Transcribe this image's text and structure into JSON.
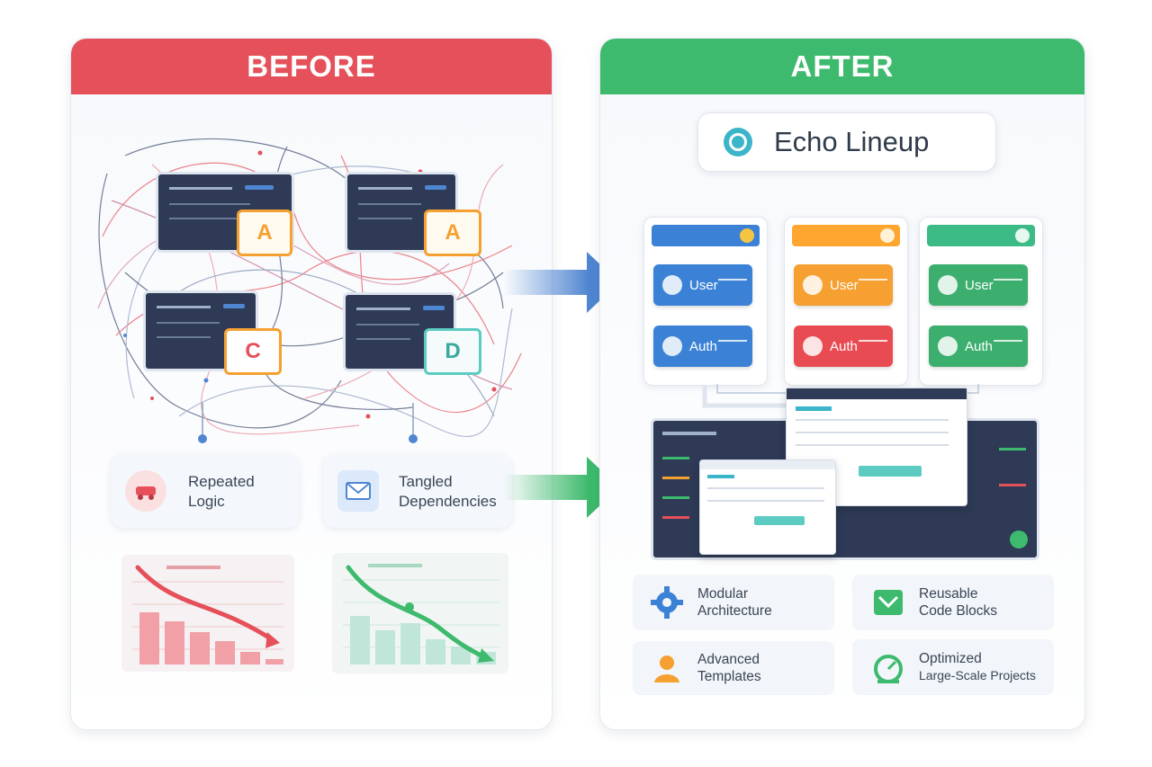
{
  "before": {
    "title": "BEFORE",
    "header_color": "#e5505a",
    "module_letters": [
      "A",
      "A",
      "C",
      "D"
    ],
    "issues": [
      {
        "label_line1": "Repeated",
        "label_line2": "Logic",
        "icon": "broken-car-icon"
      },
      {
        "label_line1": "Tangled",
        "label_line2": "Dependencies",
        "icon": "envelope-icon"
      }
    ]
  },
  "after": {
    "title": "AFTER",
    "header_color": "#3dba6d",
    "brand": "Echo Lineup",
    "modules": [
      {
        "color": "#ff9f2e",
        "buttons": [
          {
            "label": "User",
            "color": "#3b82d6"
          },
          {
            "label": "Auth",
            "color": "#3b82d6"
          }
        ]
      },
      {
        "color": "#ffa630",
        "buttons": [
          {
            "label": "User",
            "color": "#f5a030"
          },
          {
            "label": "Auth",
            "color": "#e84c52"
          }
        ]
      },
      {
        "color": "#3dbb86",
        "buttons": [
          {
            "label": "User",
            "color": "#3cae6e"
          },
          {
            "label": "Auth",
            "color": "#3cae6e"
          }
        ]
      }
    ],
    "features": [
      {
        "line1": "Modular",
        "line2": "Architecture",
        "icon": "gear-icon"
      },
      {
        "line1": "Reusable",
        "line2": "Code Blocks",
        "icon": "code-block-icon"
      },
      {
        "line1": "Advanced",
        "line2": "Templates",
        "icon": "person-icon"
      },
      {
        "line1": "Optimized",
        "line2": "Large-Scale Projects",
        "icon": "speed-gauge-icon"
      }
    ]
  },
  "colors": {
    "blue_arrow": "#4f86d1",
    "green_arrow": "#3dba6d",
    "red_trend": "#e5505a",
    "green_trend": "#3dba6d"
  }
}
